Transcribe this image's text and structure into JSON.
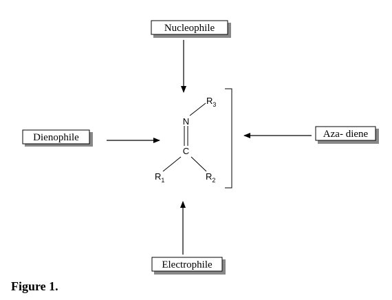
{
  "labels": {
    "nucleophile": "Nucleophile",
    "dienophile": "Dienophile",
    "aza_diene": "Aza- diene",
    "electrophile": "Electrophile"
  },
  "atoms": {
    "nitrogen": "N",
    "carbon": "C",
    "r_symbol": "R",
    "r1_sub": "1",
    "r2_sub": "2",
    "r3_sub": "3"
  },
  "caption": "Figure 1."
}
